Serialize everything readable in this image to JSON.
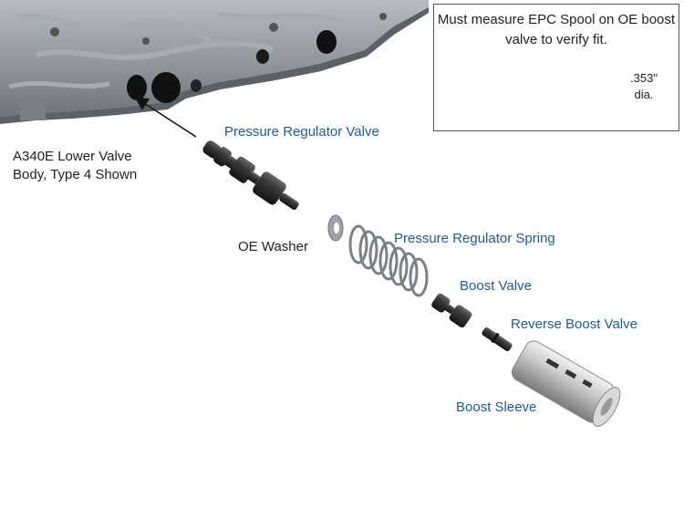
{
  "labels": {
    "valve_body": "A340E Lower Valve Body, Type 4 Shown",
    "pressure_regulator_valve": "Pressure Regulator Valve",
    "oe_washer": "OE Washer",
    "pressure_regulator_spring": "Pressure Regulator Spring",
    "boost_valve": "Boost Valve",
    "reverse_boost_valve": "Reverse Boost Valve",
    "boost_sleeve": "Boost Sleeve"
  },
  "inset": {
    "note": "Must measure EPC Spool on OE boost valve to verify fit.",
    "dimension": ".353\"",
    "dimension_unit": "dia."
  },
  "colors": {
    "label_blue": "#1f5a9e",
    "metal_dark": "#2b2b2b",
    "casting_gray": "#8f949a"
  }
}
